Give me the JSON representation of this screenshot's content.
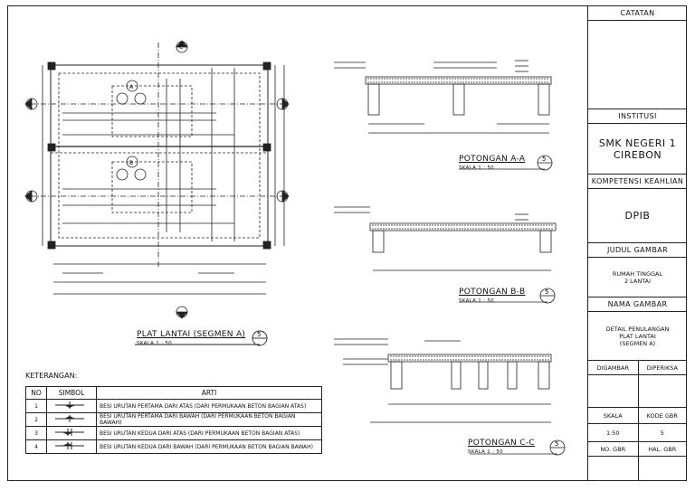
{
  "titleblock": {
    "catatan_label": "CATATAN",
    "institusi_label": "INSTITUSI",
    "institusi_line1": "SMK NEGERI 1",
    "institusi_line2": "CIREBON",
    "kompetensi_label": "KOMPETENSI KEAHLIAN",
    "kompetensi_value": "DPIB",
    "judul_label": "JUDUL GAMBAR",
    "judul_line1": "RUMAH TINGGAL",
    "judul_line2": "2 LANTAI",
    "nama_label": "NAMA GAMBAR",
    "nama_line1": "DETAIL PENULANGAN",
    "nama_line2": "PLAT LANTAI",
    "nama_line3": "(SEGMEN A)",
    "digambar_label": "DIGAMBAR",
    "diperiksa_label": "DIPERIKSA",
    "skala_label": "SKALA",
    "kode_label": "KODE GBR",
    "skala_value": "1:50",
    "kode_value": "5",
    "no_label": "NO. GBR",
    "hal_label": "HAL. GBR"
  },
  "drawings": {
    "plan_title": "PLAT LANTAI (SEGMEN A)",
    "plan_scale": "SKALA 1 : 50",
    "section_aa_title": "POTONGAN A-A",
    "section_aa_scale": "SKALA 1 : 50",
    "section_bb_title": "POTONGAN B-B",
    "section_bb_scale": "SKALA 1 : 50",
    "section_cc_title": "POTONGAN C-C",
    "section_cc_scale": "SKALA 1 : 50",
    "marker_number": "5",
    "marker_a": "A",
    "marker_b": "B",
    "marker_c": "C"
  },
  "legend": {
    "title": "KETERANGAN:",
    "headers": [
      "NO",
      "SIMBOL",
      "ARTI"
    ],
    "rows": [
      {
        "no": "1",
        "arti": "BESI URUTAN PERTAMA DARI ATAS (DARI PERMUKAAN BETON BAGIAN ATAS)"
      },
      {
        "no": "2",
        "arti": "BESI URUTAN PERTAMA DARI BAWAH (DARI PERMUKAAN BETON BAGIAN BAWAH)"
      },
      {
        "no": "3",
        "arti": "BESI URUTAN KEDUA DARI ATAS (DARI PERMUKAAN BETON BAGIAN ATAS)"
      },
      {
        "no": "4",
        "arti": "BESI URUTAN KEDUA DARI BAWAH (DARI PERMUKAAN BETON BAGIAN BAWAH)"
      }
    ]
  }
}
